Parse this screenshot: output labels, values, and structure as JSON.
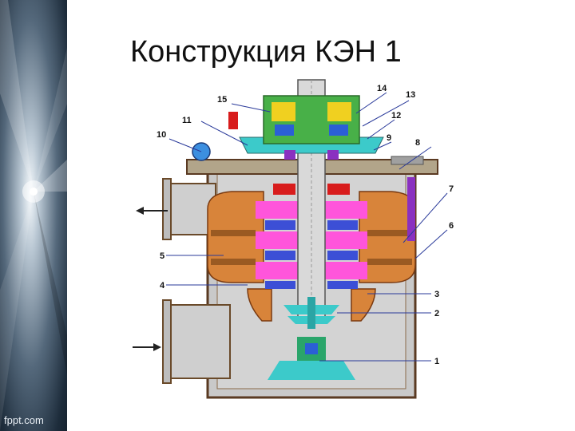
{
  "slide": {
    "title": "Конструкция КЭН 1",
    "footer_brand": "fppt.com"
  },
  "diagram": {
    "callouts": [
      "1",
      "2",
      "3",
      "4",
      "5",
      "6",
      "7",
      "8",
      "9",
      "10",
      "11",
      "12",
      "13",
      "14",
      "15"
    ]
  },
  "colors": {
    "casing": "#c8c8c8",
    "casing_outline": "#6a4a2a",
    "diffuser": "#d27a30",
    "impeller": "#ff4fd8",
    "impeller_dark": "#c23aa8",
    "shaft": "#d4d4d4",
    "bearing": "#2b5fd6",
    "seal": "#d81818",
    "cyan": "#36c8c8",
    "green": "#48b048",
    "yellow": "#f0d020",
    "purple": "#8a30c0",
    "leader": "#2a3a9a"
  }
}
